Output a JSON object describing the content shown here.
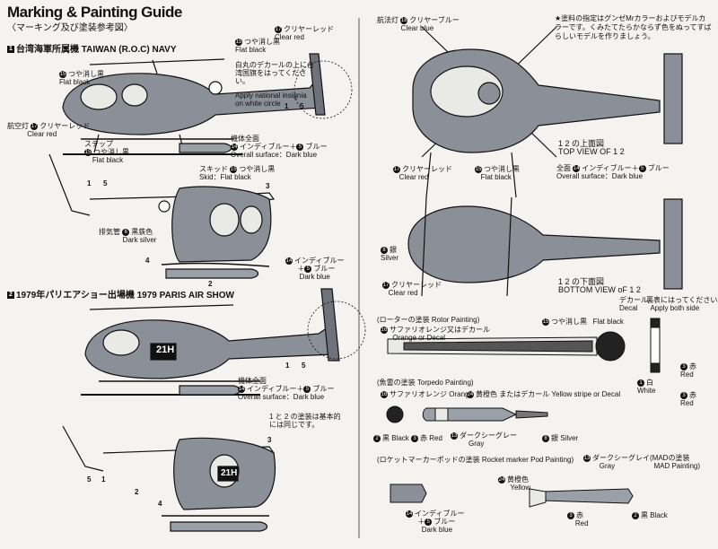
{
  "header": {
    "title": "Marking & Painting Guide",
    "subtitle": "〈マーキング及び塗装参考図〉",
    "note": "★塗料の指定はグンゼMrカラーおよびモデルカラーです。くみたてたらかならず色をぬってすばらしいモデルを作りましょう。"
  },
  "navy": {
    "heading": "台湾海軍所属機  TAIWAN (R.O.C) NAVY",
    "num": "1",
    "flat_black_top_jp": "つや消し黒",
    "flat_black_top_en": "Flat black",
    "clear_red_tail_jp": "クリヤーレッド",
    "clear_red_tail_en": "Clear red",
    "flat_black_left_jp": "つや消し黒",
    "flat_black_left_en": "Flat black",
    "decal_note_jp": "白丸のデカールの上に台湾国旗をはってください。",
    "insignia_en": "Apply national insignia on white circle",
    "navlight_jp": "航空灯",
    "clear_red_nav_jp": "クリヤーレッド",
    "clear_red_nav_en": "Clear red",
    "step_jp": "ステップ",
    "step_black_jp": "つや消し黒",
    "step_black_en": "Flat black",
    "overall_jp": "機体全面",
    "overall_color_jp": "インディブルー＋",
    "overall_blue_jp": "ブルー",
    "overall_en": "Overall surface：Dark blue",
    "skid_jp": "スキッド",
    "skid_black_jp": "つや消し黒",
    "skid_en": "Skid：Flat black",
    "exhaust_jp": "排気管",
    "exhaust_color_jp": "黒鉄色",
    "exhaust_en": "Dark silver",
    "indy_jp": "インディブルー",
    "indy_plus": "＋",
    "indy_blue_jp": "ブルー",
    "indy_en": "Dark blue"
  },
  "paris": {
    "heading": "1979年パリエアショー出場機  1979 PARIS AIR SHOW",
    "num": "2",
    "code": "21H",
    "overall_jp": "機体全面",
    "overall_color_jp": "インディブルー＋",
    "overall_blue_jp": "ブルー",
    "overall_en": "Overall surface：Dark blue",
    "same_note_jp": "1 と 2 の塗装は基本的には同じです。"
  },
  "top": {
    "navlight_jp": "航法灯",
    "clear_blue_jp": "クリヤーブルー",
    "clear_blue_en": "Clear blue",
    "clear_red_jp": "クリヤーレッド",
    "clear_red_en": "Clear red",
    "flat_black_jp": "つや消し黒",
    "flat_black_en": "Flat black",
    "view_jp": "1 2 の上面図",
    "view_en": "TOP VIEW OF 1 2",
    "overall_jp": "全面",
    "overall_color_jp": "インディブルー＋",
    "overall_blue_jp": "ブルー",
    "overall_en": "Overall surface：Dark blue"
  },
  "bottom": {
    "silver_jp": "銀",
    "silver_en": "Silver",
    "clear_red_jp": "クリヤーレッド",
    "clear_red_en": "Clear red",
    "view_jp": "1 2 の下面図",
    "view_en": "BOTTOM VIEW oF 1 2",
    "decal_jp": "デカール",
    "decal_en": "Decal",
    "bothside_jp": "裏表にはってください。",
    "bothside_en": "Apply both side"
  },
  "rotor": {
    "heading": "(ローターの塗装  Rotor Painting)",
    "orange_jp": "サファリオレンジ又はデカール",
    "orange_en": "Orange or Decal",
    "flat_black_jp": "つや消し黒",
    "flat_black_en": "Flat black",
    "red1": "赤",
    "red1_en": "Red",
    "white": "白",
    "white_en": "White",
    "red2": "赤",
    "red2_en": "Red"
  },
  "torpedo": {
    "heading": "(魚雷の塗装  Torpedo Painting)",
    "orange_jp": "サファリオレンジ",
    "orange_en": "Orange",
    "yellow_jp": "黄橙色 またはデカール",
    "yellow_en": "Yellow stripe or Decal",
    "black_jp": "黒",
    "black_en": "Black",
    "red_jp": "赤",
    "red_en": "Red",
    "gray_jp": "ダークシーグレー",
    "gray_en": "Gray",
    "silver_jp": "銀",
    "silver_en": "Silver"
  },
  "rocket": {
    "heading": "(ロケットマーカーポッドの塗装  Rocket marker Pod Painting)",
    "gray_jp": "ダークシーグレイ",
    "gray_en": "Gray",
    "mad_jp": "(MADの塗装",
    "mad_en": "MAD Painting)",
    "yellow_jp": "黄橙色",
    "yellow_en": "Yellow",
    "red_jp": "赤",
    "red_en": "Red",
    "black_jp": "黒",
    "black_en": "Black",
    "indy_jp": "インディブルー",
    "indy_plus": "＋",
    "indy_blue_jp": "ブルー",
    "indy_en": "Dark blue"
  },
  "numbers": {
    "n1": "1",
    "n2": "2",
    "n3": "3",
    "n4": "4",
    "n5": "5",
    "n15": "15"
  }
}
